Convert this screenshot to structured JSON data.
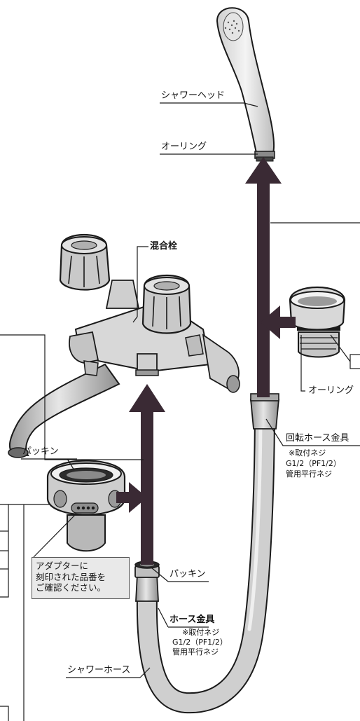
{
  "labels": {
    "shower_head": "シャワーヘッド",
    "o_ring_top": "オーリング",
    "mixing_faucet": "混合栓",
    "o_ring_right": "オーリング",
    "rotating_fitting": "回転ホース金具",
    "rotating_note_1": "※取付ネジ",
    "rotating_note_2": "G1/2（PF1/2）",
    "rotating_note_3": "管用平行ネジ",
    "packing_left": "パッキン",
    "packing_bottom": "パッキン",
    "hose_fitting": "ホース金具",
    "hose_note_1": "※取付ネジ",
    "hose_note_2": "G1/2（PF1/2）",
    "hose_note_3": "管用平行ネジ",
    "shower_hose": "シャワーホース"
  },
  "note": {
    "line1": "アダプターに",
    "line2": "刻印された品番を",
    "line3": "ご確認ください。"
  },
  "colors": {
    "arrow": "#3a2a34",
    "outline": "#1a1a1a",
    "hose_fill": "#c9c9c9",
    "part_fill": "#bdbdbd",
    "note_fill": "#e9e9e9"
  }
}
